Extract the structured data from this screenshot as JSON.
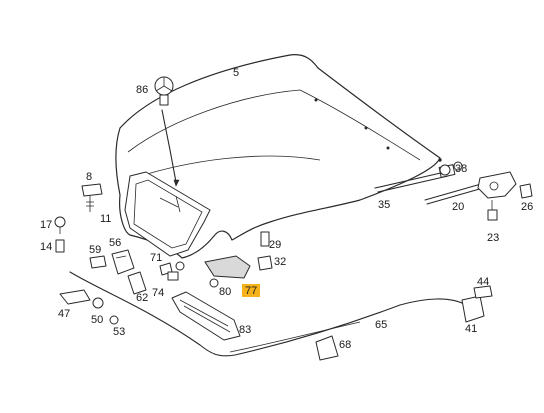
{
  "diagram": {
    "callouts": [
      {
        "id": "c5",
        "text": "5"
      },
      {
        "id": "c86",
        "text": "86"
      },
      {
        "id": "c8",
        "text": "8"
      },
      {
        "id": "c11",
        "text": "11"
      },
      {
        "id": "c17",
        "text": "17"
      },
      {
        "id": "c14",
        "text": "14"
      },
      {
        "id": "c59",
        "text": "59"
      },
      {
        "id": "c56",
        "text": "56"
      },
      {
        "id": "c71",
        "text": "71"
      },
      {
        "id": "c74",
        "text": "74"
      },
      {
        "id": "c62",
        "text": "62"
      },
      {
        "id": "c47",
        "text": "47"
      },
      {
        "id": "c50",
        "text": "50"
      },
      {
        "id": "c53",
        "text": "53"
      },
      {
        "id": "c29",
        "text": "29"
      },
      {
        "id": "c32",
        "text": "32"
      },
      {
        "id": "c80",
        "text": "80"
      },
      {
        "id": "c77",
        "text": "77"
      },
      {
        "id": "c83",
        "text": "83"
      },
      {
        "id": "c38",
        "text": "38"
      },
      {
        "id": "c35",
        "text": "35"
      },
      {
        "id": "c20",
        "text": "20"
      },
      {
        "id": "c26",
        "text": "26"
      },
      {
        "id": "c23",
        "text": "23"
      },
      {
        "id": "c44",
        "text": "44"
      },
      {
        "id": "c41",
        "text": "41"
      },
      {
        "id": "c65",
        "text": "65"
      },
      {
        "id": "c68",
        "text": "68"
      }
    ],
    "highlight_color": "#f5b21a",
    "highlighted_callout": "77"
  }
}
